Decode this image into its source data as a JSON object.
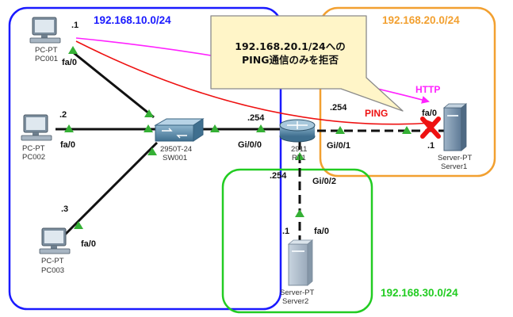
{
  "networks": {
    "net10": {
      "label": "192.168.10.0/24",
      "color": "#1a1aff"
    },
    "net20": {
      "label": "192.168.20.0/24",
      "color": "#f2a030"
    },
    "net30": {
      "label": "192.168.30.0/24",
      "color": "#22cc22"
    }
  },
  "callout": {
    "line1": "192.168.20.1/24への",
    "line2": "PING通信のみを拒否"
  },
  "traffic": {
    "http": {
      "label": "HTTP",
      "color": "#ff22ff"
    },
    "ping": {
      "label": "PING",
      "color": "#ee1111"
    }
  },
  "devices": {
    "pc1": {
      "type": "PC-PT",
      "name": "PC001",
      "port": "fa/0",
      "ip": ".1"
    },
    "pc2": {
      "type": "PC-PT",
      "name": "PC002",
      "port": "fa/0",
      "ip": ".2"
    },
    "pc3": {
      "type": "PC-PT",
      "name": "PC003",
      "port": "fa/0",
      "ip": ".3"
    },
    "switch": {
      "type": "2950T-24",
      "name": "SW001"
    },
    "router": {
      "type": "2911",
      "name": "RT1",
      "gi00": "Gi/0/0",
      "gi01": "Gi/0/1",
      "gi02": "Gi/0/2",
      "ip_gi00": ".254",
      "ip_gi01": ".254",
      "ip_gi02": ".254"
    },
    "server1": {
      "type": "Server-PT",
      "name": "Server1",
      "port": "fa/0",
      "ip": ".1"
    },
    "server2": {
      "type": "Server-PT",
      "name": "Server2",
      "port": "fa/0",
      "ip": ".1"
    }
  },
  "colors": {
    "link": "#111111",
    "link_up": "#35b035",
    "callout_fill": "#fff5c8",
    "callout_stroke": "#8a8a8a",
    "blocked": "#ee1111"
  }
}
